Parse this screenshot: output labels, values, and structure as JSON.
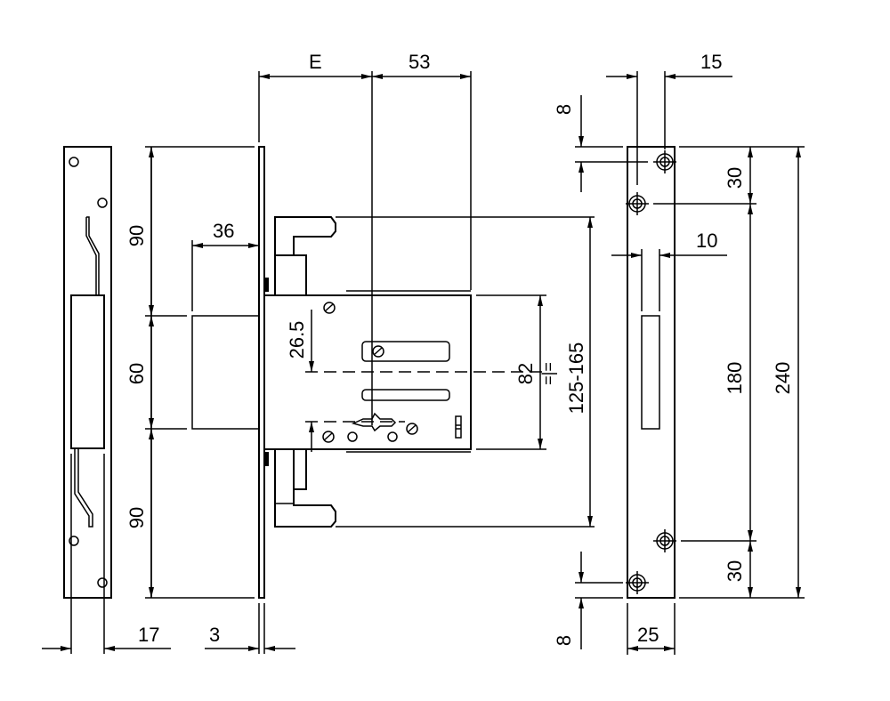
{
  "drawing": {
    "title": "Mortise lock dimension drawing",
    "line_color": "#000000",
    "background": "#ffffff"
  },
  "dimensions": {
    "backset": "E",
    "case_depth": "53",
    "faceplate_offset": "36",
    "upper_height": "90",
    "middle_height": "60",
    "lower_height": "90",
    "faceplate_width": "17",
    "faceplate_thickness": "3",
    "bolt_offset": "26.5",
    "body_height": "82",
    "symmetric_mark": "=|=",
    "case_height_range": "125-165",
    "strike_hole_top": "8",
    "strike_hole_bottom": "8",
    "strike_hole_offset": "15",
    "strike_slot_width": "10",
    "strike_screw_pitch_top": "30",
    "strike_screw_pitch_bottom": "30",
    "strike_inner_height": "180",
    "strike_total_height": "240",
    "strike_width": "25"
  }
}
